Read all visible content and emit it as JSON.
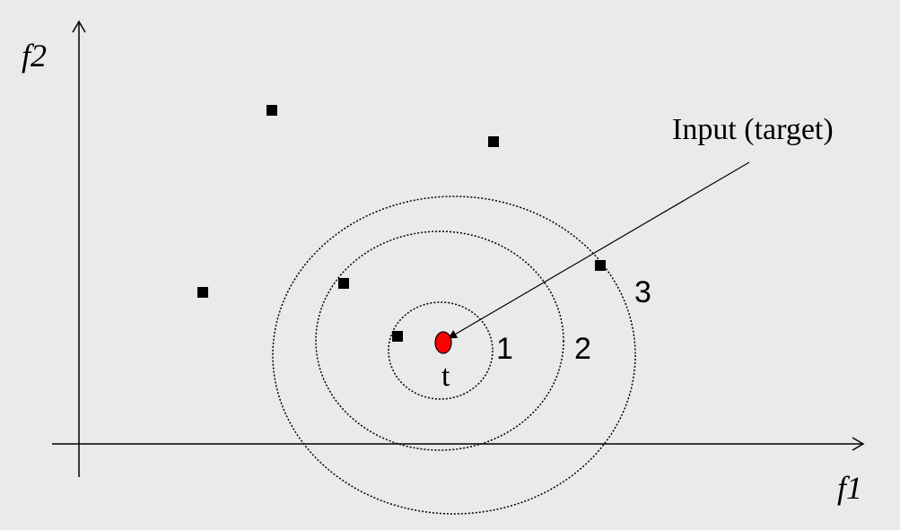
{
  "diagram": {
    "axes": {
      "x_label": "f1",
      "y_label": "f2"
    },
    "target": {
      "label": "t",
      "color": "#ff0000"
    },
    "annotation": {
      "text": "Input (target)"
    },
    "rings": [
      {
        "label": "1"
      },
      {
        "label": "2"
      },
      {
        "label": "3"
      }
    ],
    "colors": {
      "background": "#eaeaea",
      "ink": "#000000",
      "target_fill": "#ff0000"
    }
  }
}
